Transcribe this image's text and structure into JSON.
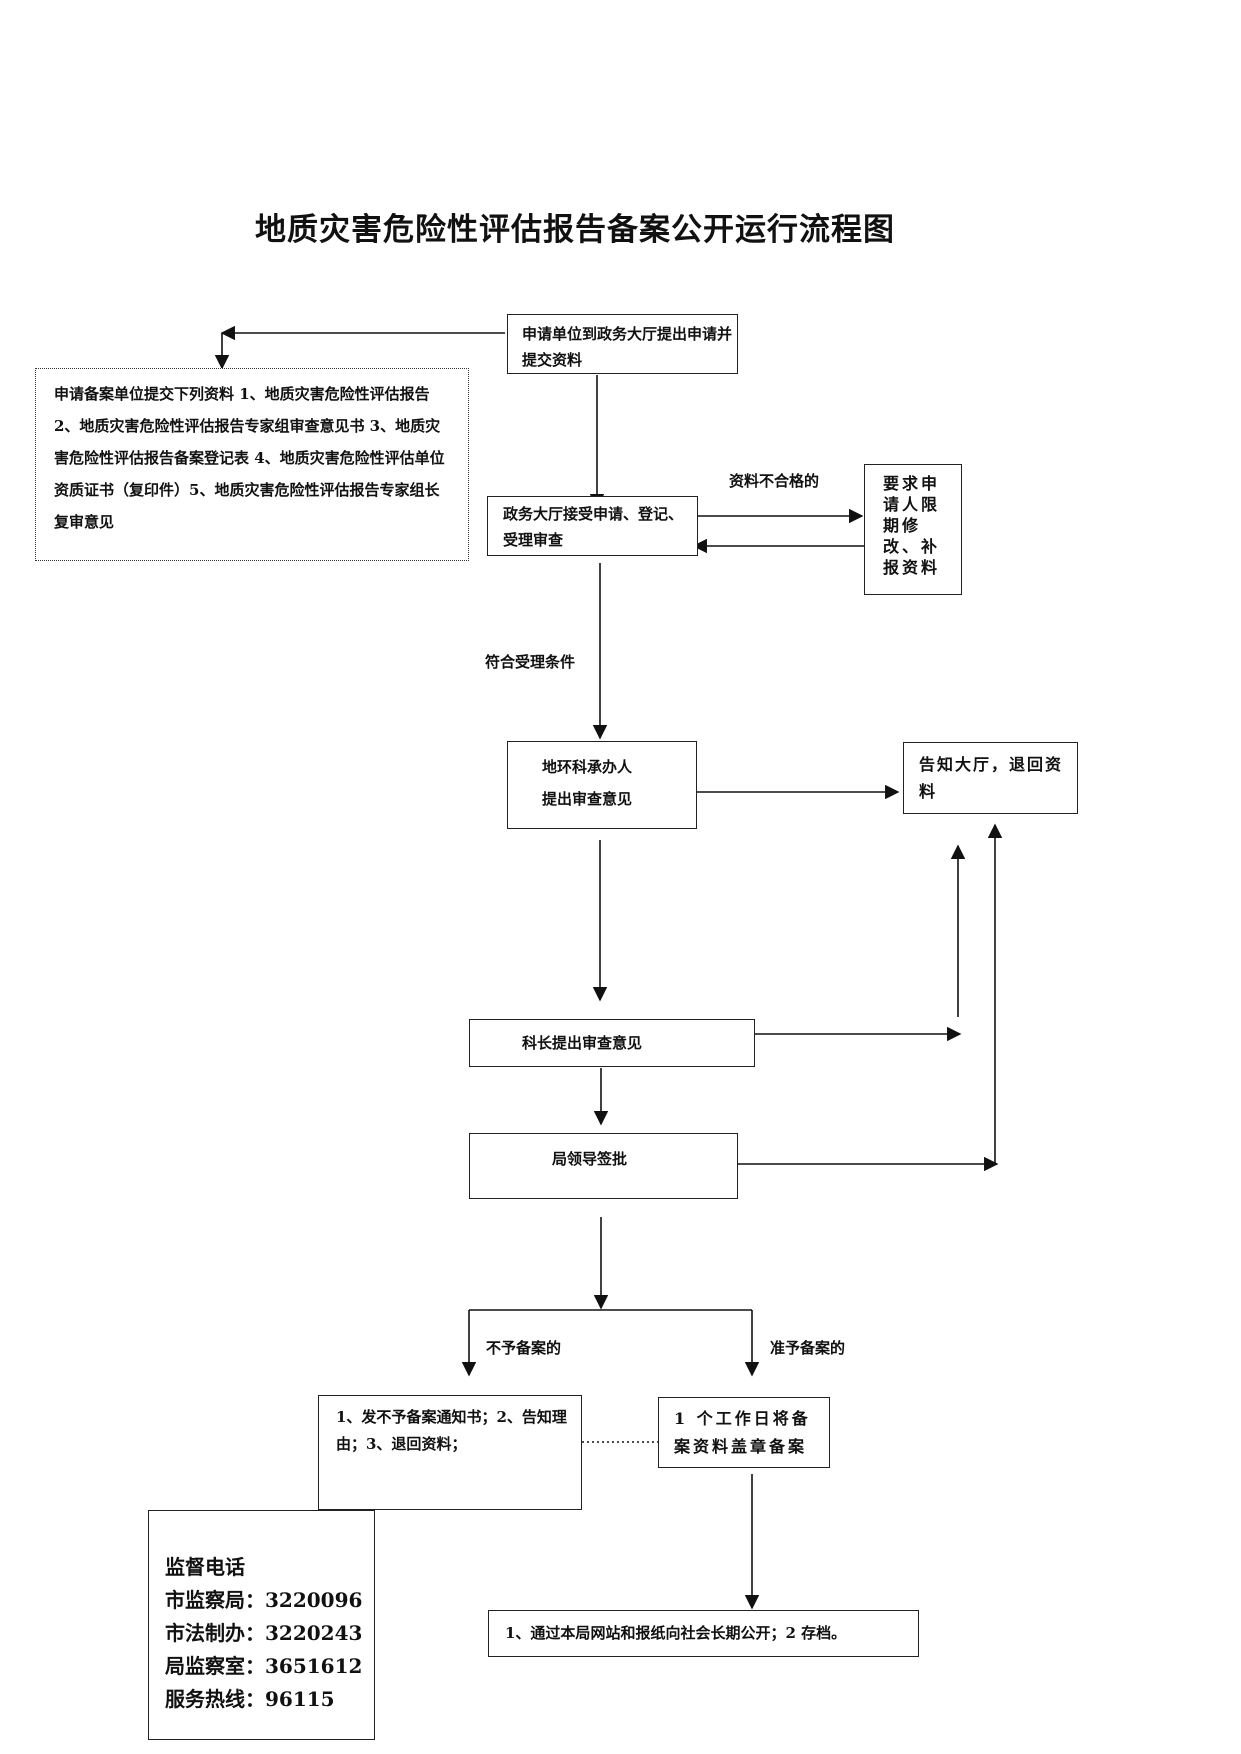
{
  "title": "地质灾害危险性评估报告备案公开运行流程图",
  "nodes": {
    "apply": "申请单位到政务大厅提出申请并提交资料",
    "materials": "申请备案单位提交下列资料 1、地质灾害危险性评估报告 2、地质灾害危险性评估报告专家组审查意见书 3、地质灾害危险性评估报告备案登记表 4、地质灾害危险性评估单位资质证书（复印件）5、地质灾害危险性评估报告专家组长复审意见",
    "hall_accept": "政务大厅接受申请、登记、受理审查",
    "require_revise": "要求申请人限期修改、补报资料",
    "officer": "地环科承办人",
    "officer_2": "提出审查意见",
    "notify_hall": "告知大厅，退回资料",
    "section_chief": "科长提出审查意见",
    "leader": "局领导签批",
    "reject_actions": "1、发不予备案通知书；2、告知理由；3、退回资料；",
    "approve_seal": "1 个工作日将备案资料盖章备案",
    "publish": "1、通过本局网站和报纸向社会长期公开；2 存档。"
  },
  "labels": {
    "unqualified": "资料不合格的",
    "meets_conditions": "符合受理条件",
    "not_filed": "不予备案的",
    "filed": "准予备案的"
  },
  "supervision": {
    "heading": "监督电话",
    "lines": [
      "市监察局：3220096",
      "市法制办：3220243",
      "局监察室：3651612",
      "服务热线：96115"
    ]
  }
}
